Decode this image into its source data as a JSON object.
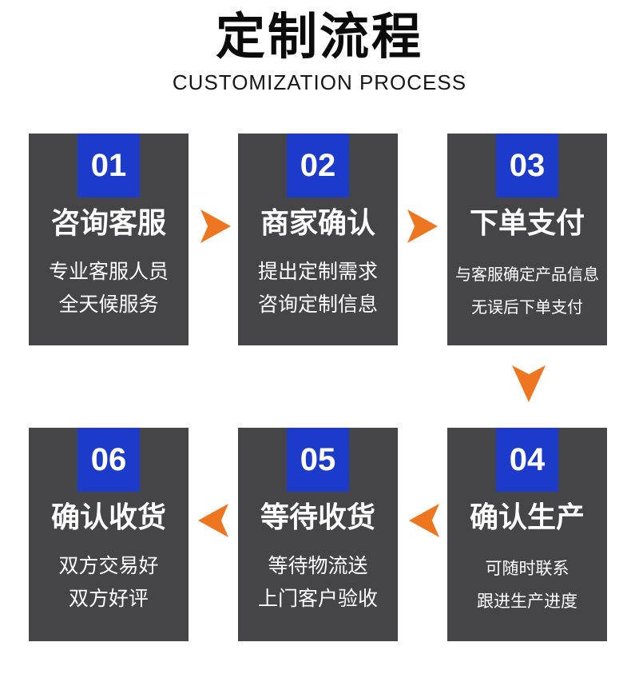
{
  "header": {
    "title": "定制流程",
    "subtitle": "CUSTOMIZATION PROCESS"
  },
  "colors": {
    "card_bg": "#454547",
    "badge_blue": "#1d3bcb",
    "arrow_orange": "#ef7620",
    "title_black": "#0b0b0b",
    "text_white": "#ffffff"
  },
  "steps": [
    {
      "number": "01",
      "title": "咨询客服",
      "desc": [
        "专业客服人员",
        "全天候服务"
      ]
    },
    {
      "number": "02",
      "title": "商家确认",
      "desc": [
        "提出定制需求",
        "咨询定制信息"
      ]
    },
    {
      "number": "03",
      "title": "下单支付",
      "desc": [
        "与客服确定产品信息",
        "无误后下单支付"
      ]
    },
    {
      "number": "04",
      "title": "确认生产",
      "desc": [
        "可随时联系",
        "跟进生产进度"
      ]
    },
    {
      "number": "05",
      "title": "等待收货",
      "desc": [
        "等待物流送",
        "上门客户验收"
      ]
    },
    {
      "number": "06",
      "title": "确认收货",
      "desc": [
        "双方交易好",
        "双方好评"
      ]
    }
  ]
}
